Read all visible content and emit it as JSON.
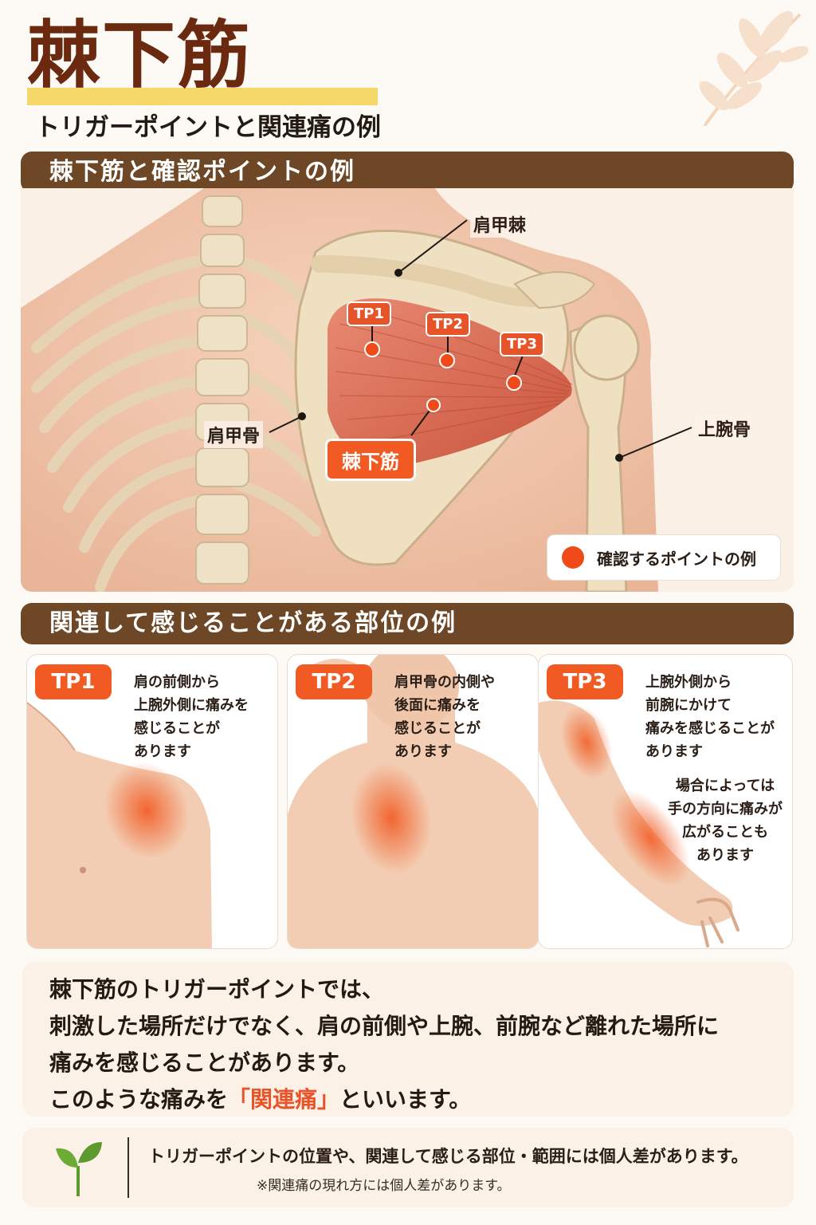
{
  "title": "棘下筋",
  "subtitle": "トリガーポイントと関連痛の例",
  "section1": {
    "heading": "棘下筋と確認ポイントの例",
    "labels": {
      "spine_of_scapula": "肩甲棘",
      "scapula": "肩甲骨",
      "humerus": "上腕骨",
      "infraspinatus": "棘下筋"
    },
    "trigger_points": [
      "TP1",
      "TP2",
      "TP3"
    ],
    "legend": "確認するポイントの例",
    "point_color": "#f04a18"
  },
  "section2": {
    "heading": "関連して感じることがある部位の例",
    "cards": [
      {
        "tag": "TP1",
        "text": "肩の前側から\n上腕外側に痛みを\n感じることが\nあります"
      },
      {
        "tag": "TP2",
        "text": "肩甲骨の内側や\n後面に痛みを\n感じることが\nあります"
      },
      {
        "tag": "TP3",
        "text": "上腕外側から\n前腕にかけて\n痛みを感じることが\nあります",
        "note": "場合によっては\n手の方向に痛みが\n広がることも\nあります"
      }
    ]
  },
  "explanation": {
    "line1": "棘下筋のトリガーポイントでは、",
    "line2": "刺激した場所だけでなく、肩の前側や上腕、前腕など離れた場所に",
    "line3": "痛みを感じることがあります。",
    "line4_pre": "このような痛みを",
    "line4_highlight": "「関連痛」",
    "line4_post": "といいます。"
  },
  "note": {
    "line1": "トリガーポイントの位置や、関連して感じる部位・範囲には個人差があります。",
    "line2": "※関連痛の現れ方には個人差があります。"
  },
  "colors": {
    "brown": "#6e4726",
    "accent": "#f15a22",
    "title": "#6b2a10",
    "underline": "#f6d76a"
  }
}
